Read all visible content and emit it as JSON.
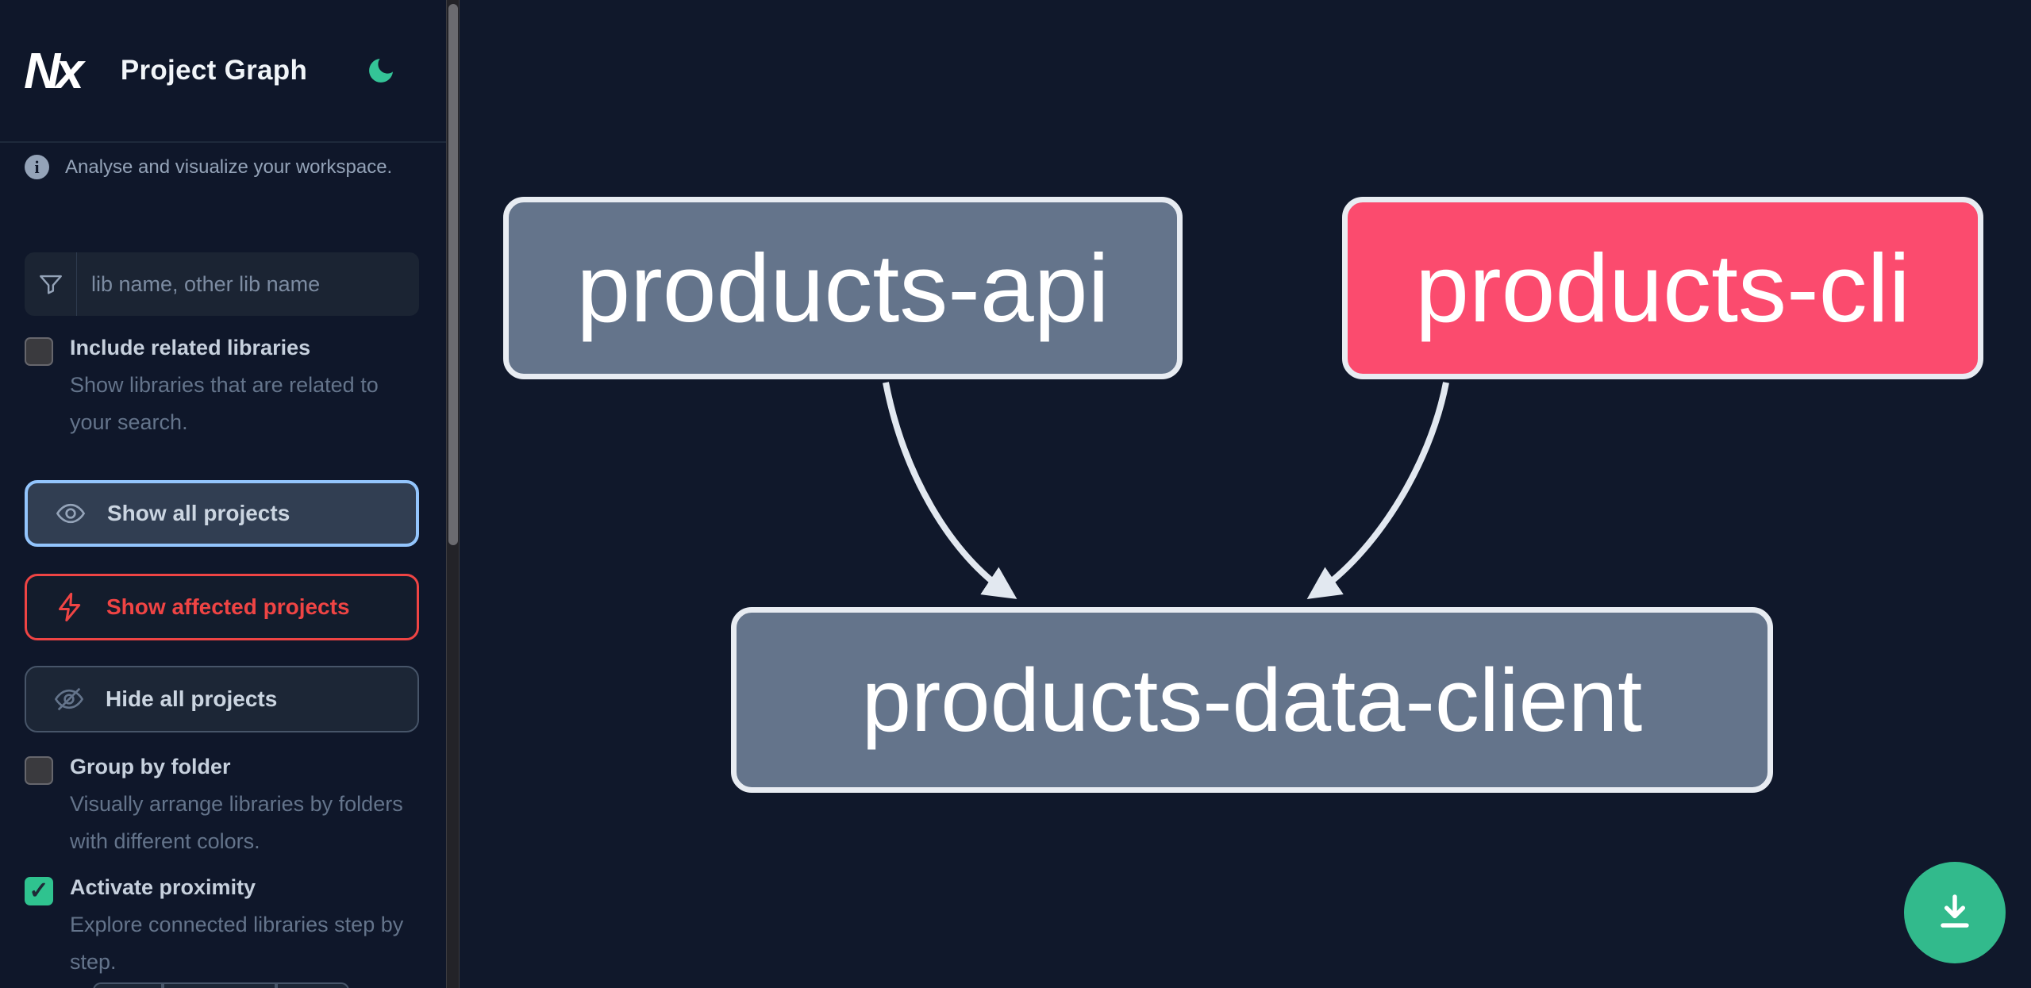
{
  "header": {
    "logo_text": "Nx",
    "title": "Project Graph",
    "theme_toggle_icon": "moon-icon"
  },
  "sidebar": {
    "tagline": "Analyse and visualize your workspace.",
    "search": {
      "placeholder": "lib name, other lib name",
      "value": "",
      "icon": "filter-funnel-icon"
    },
    "toggles": [
      {
        "label": "Include related libraries",
        "description": "Show libraries that are related to your search.",
        "checked": false
      },
      {
        "label": "Group by folder",
        "description": "Visually arrange libraries by folders with different colors.",
        "checked": false
      },
      {
        "label": "Activate proximity",
        "description": "Explore connected libraries step by step.",
        "checked": true
      }
    ],
    "actions": [
      {
        "label": "Show all projects",
        "icon": "eye-icon",
        "active": true
      },
      {
        "label": "Show affected projects",
        "icon": "lightning-bolt-icon",
        "variant": "danger"
      },
      {
        "label": "Hide all projects",
        "icon": "eye-off-icon"
      }
    ],
    "proximity_stepper": {
      "segments": [
        "decrement",
        "value",
        "increment"
      ]
    }
  },
  "graph": {
    "nodes": [
      {
        "id": "products-api",
        "label": "products-api",
        "state": "normal"
      },
      {
        "id": "products-cli",
        "label": "products-cli",
        "state": "affected"
      },
      {
        "id": "products-data-client",
        "label": "products-data-client",
        "state": "normal"
      }
    ],
    "edges": [
      {
        "from": "products-api",
        "to": "products-data-client"
      },
      {
        "from": "products-cli",
        "to": "products-data-client"
      }
    ]
  },
  "fab": {
    "icon": "download-icon"
  },
  "colors": {
    "background": "#0f172a",
    "node_gray": "#64748b",
    "node_border": "#e8ecf2",
    "affected_pink": "#fb4b6e",
    "edge_light": "#e2e8f0",
    "accent_green": "#32ba8c",
    "moon_green": "#34c497",
    "danger_red": "#ef4444",
    "focus_blue": "#93c5fd",
    "checkbox_checked_green": "#2fc38f"
  }
}
